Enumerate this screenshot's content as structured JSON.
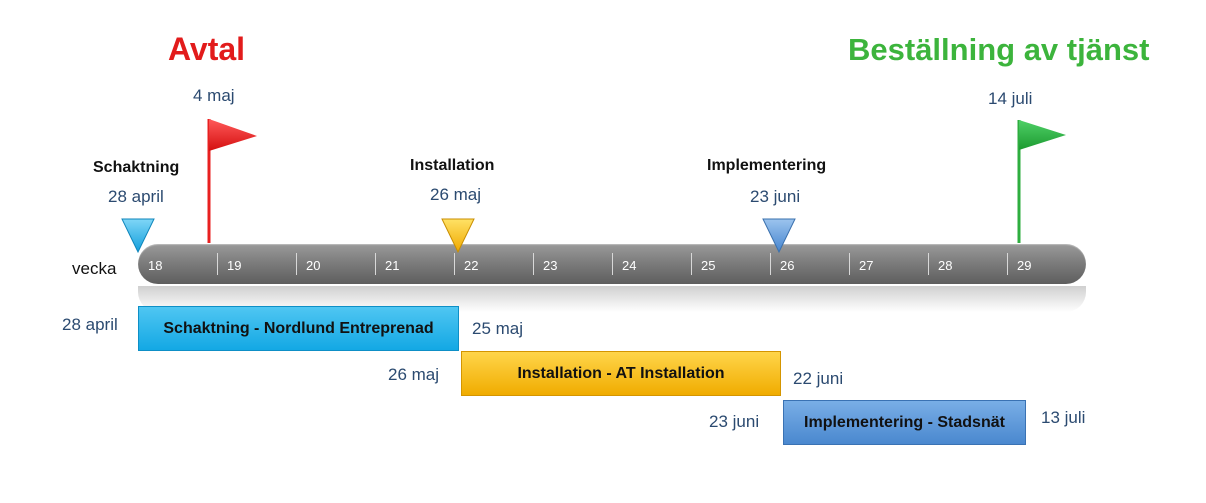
{
  "titles": {
    "left": "Avtal",
    "right": "Beställning av tjänst"
  },
  "flags": [
    {
      "date": "4 maj",
      "color": "#e82020"
    },
    {
      "date": "14 juli",
      "color": "#2eae3f"
    }
  ],
  "milestones": [
    {
      "label": "Schaktning",
      "date": "28 april",
      "color": "#22b0e8"
    },
    {
      "label": "Installation",
      "date": "26 maj",
      "color": "#f5b800"
    },
    {
      "label": "Implementering",
      "date": "23 juni",
      "color": "#5a96d8"
    }
  ],
  "axis_label": "vecka",
  "weeks": [
    "18",
    "19",
    "20",
    "21",
    "22",
    "23",
    "24",
    "25",
    "26",
    "27",
    "28",
    "29"
  ],
  "tasks": [
    {
      "label": "Schaktning  - Nordlund  Entreprenad",
      "start": "28 april",
      "end": "25 maj",
      "color": "#1aaae6"
    },
    {
      "label": "Installation  - AT Installation",
      "start": "26 maj",
      "end": "22 juni",
      "color": "#f8be1a"
    },
    {
      "label": "Implementering  - Stadsnät",
      "start": "23 juni",
      "end": "13 juli",
      "color": "#5a96d8"
    }
  ]
}
